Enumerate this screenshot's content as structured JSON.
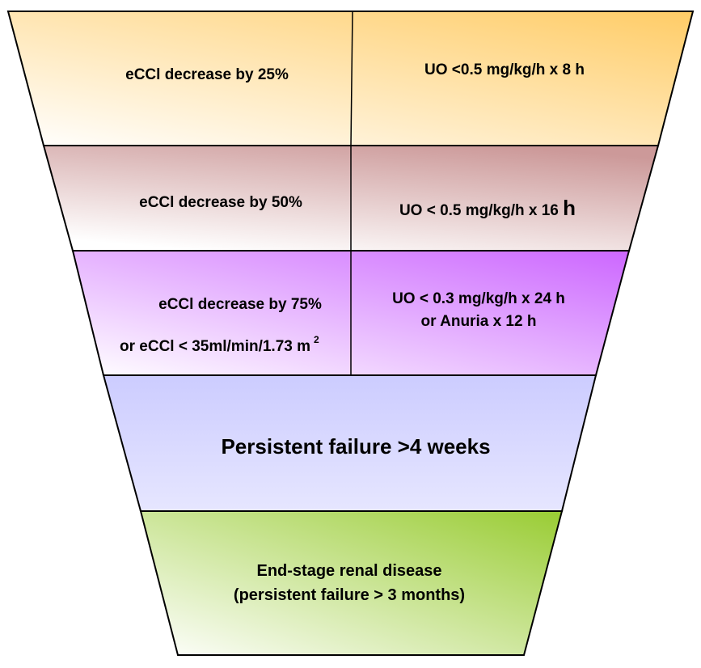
{
  "stages": [
    {
      "left": "eCCl decrease by 25%",
      "right": "UO <0.5 mg/kg/h x 8 h",
      "colors": {
        "from": "#FFCC66",
        "to": "#FFFFFF"
      }
    },
    {
      "left": "eCCl decrease by 50%",
      "right_main": "UO < 0.5 mg/kg/h x 16",
      "right_suffix": "h",
      "colors": {
        "from": "#CC9999",
        "to": "#FFFFFF"
      }
    },
    {
      "left_line1": "eCCl decrease by 75%",
      "left_line2": "or eCCl < 35ml/min/1.73 m",
      "left_sup": "2",
      "right_line1": "UO < 0.3 mg/kg/h x 24 h",
      "right_line2": "or Anuria x 12 h",
      "colors": {
        "from": "#CC66FF",
        "to": "#FFFFFF"
      }
    },
    {
      "text": "Persistent failure >4 weeks",
      "colors": {
        "from": "#CCCCFF",
        "to": "#E6E6FF"
      }
    },
    {
      "line1": "End-stage renal disease",
      "line2": "(persistent failure > 3 months)",
      "colors": {
        "from": "#99CC33",
        "to": "#FFFFFF"
      }
    }
  ]
}
